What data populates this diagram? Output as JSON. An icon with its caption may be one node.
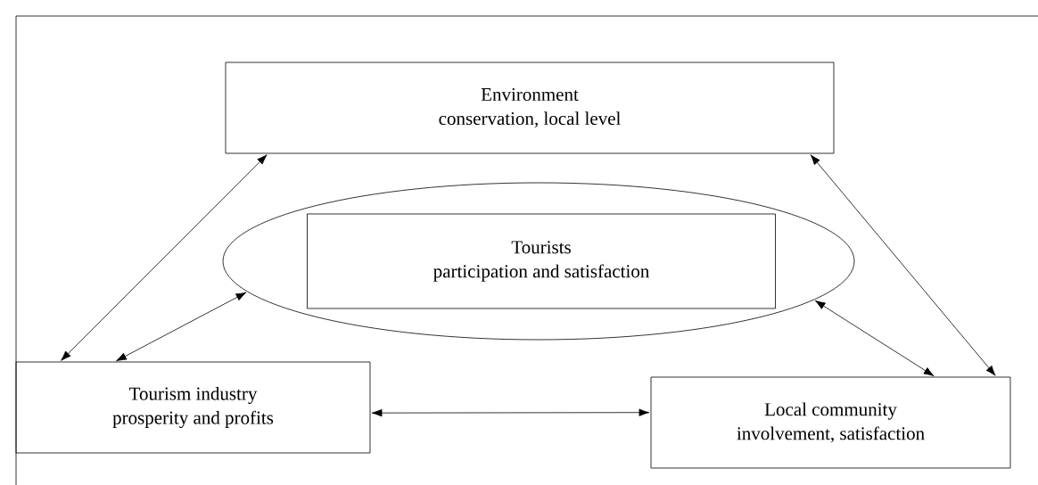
{
  "diagram": {
    "nodes": [
      {
        "text": [
          "Environment",
          "conservation, local level"
        ]
      },
      {
        "text": [],
        "shape": "ellipse"
      },
      {
        "text": [
          "Tourists",
          "participation and satisfaction"
        ],
        "in": 1
      },
      {
        "text": [
          "Tourism industry",
          "prosperity and profits"
        ]
      },
      {
        "text": [
          "Local community",
          "involvement, satisfaction"
        ]
      }
    ],
    "edges": [
      {
        "from": 3,
        "to": 0,
        "arrow": "both"
      },
      {
        "from": 3,
        "to": 1,
        "arrow": "both"
      },
      {
        "from": 1,
        "to": 4,
        "arrow": "both"
      },
      {
        "from": 0,
        "to": 4,
        "arrow": "both"
      },
      {
        "from": 3,
        "to": 4,
        "arrow": "both"
      }
    ]
  }
}
